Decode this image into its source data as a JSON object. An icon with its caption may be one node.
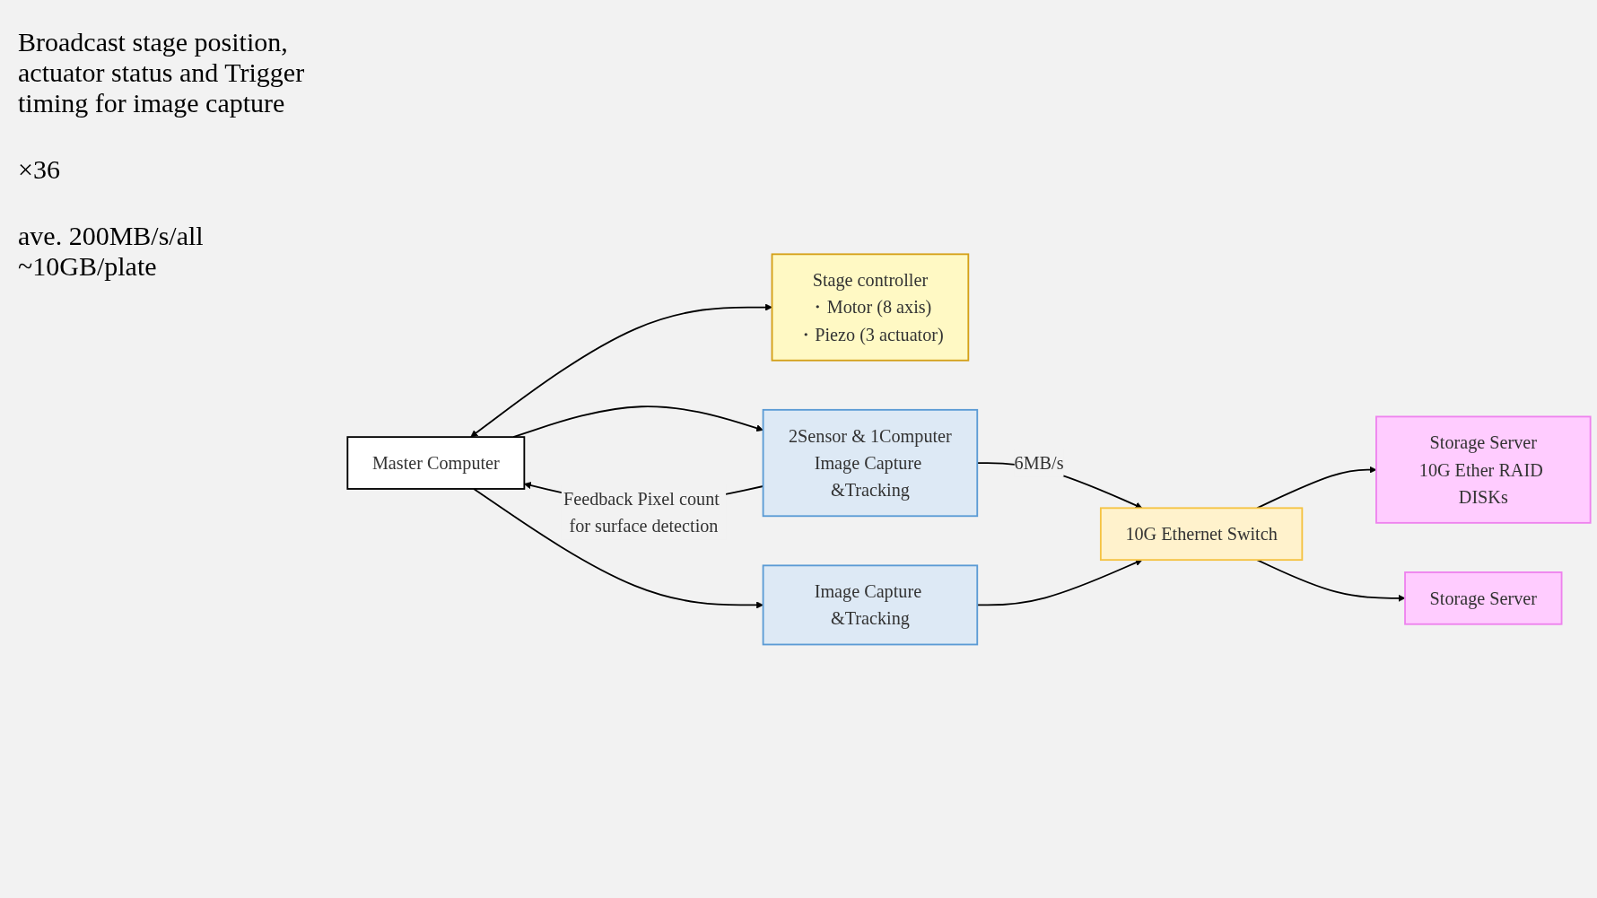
{
  "diagram": {
    "nodes": [
      {
        "text": [
          "Master Computer"
        ]
      },
      {
        "text": [
          "Stage controller",
          "・Motor (8 axis)",
          "・Piezo (3 actuator)"
        ]
      },
      {
        "text": [
          "2Sensor & 1Computer",
          "Image Capture &Tracking"
        ]
      },
      {
        "text": [
          "Image Capture &Tracking"
        ]
      },
      {
        "text": [
          "10G Ethernet Switch"
        ]
      },
      {
        "text": [
          "Storage Server",
          "10G Ether RAID DISKs"
        ]
      },
      {
        "text": [
          "Storage Server"
        ]
      }
    ],
    "edges": [
      {
        "from": 2,
        "to": 0,
        "arrow": "to",
        "label": "Feedback Pixel count for surface detection"
      },
      {
        "from": 0,
        "to": 1,
        "arrow": "both"
      },
      {
        "from": 0,
        "to": 2,
        "arrow": "to"
      },
      {
        "from": 0,
        "to": 3,
        "arrow": "to"
      },
      {
        "from": 2,
        "to": 4,
        "arrow": "to",
        "label": "6MB/s"
      },
      {
        "from": 3,
        "to": 4,
        "arrow": "to"
      },
      {
        "from": 4,
        "to": 5,
        "arrow": "to"
      },
      {
        "from": 4,
        "to": 6,
        "arrow": "to"
      }
    ],
    "labels": [
      "Broadcast stage position, actuator status and Trigger timing for image capture",
      "×36",
      "ave. 200MB/s/all ~10GB/plate"
    ]
  }
}
